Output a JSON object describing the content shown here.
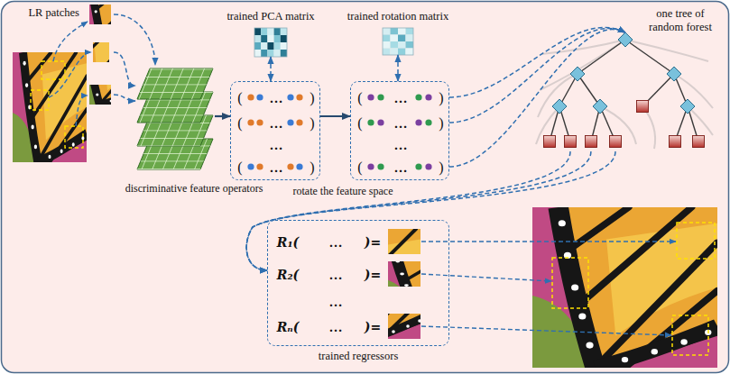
{
  "diagram": {
    "nodes": [
      {
        "text": [
          "LR patches"
        ]
      },
      {
        "text": [
          "discriminative feature operators"
        ]
      },
      {
        "text": [
          "trained PCA matrix"
        ]
      },
      {
        "text": [
          "(",
          "…",
          ")",
          "(",
          "…",
          ")",
          "…",
          "(",
          "…",
          ")"
        ]
      },
      {
        "text": [
          "trained rotation matrix"
        ]
      },
      {
        "text": [
          "(",
          "…",
          ")",
          "(",
          "…",
          ")",
          "…",
          "(",
          "…",
          ")"
        ]
      },
      {
        "text": [
          "one tree of random forest"
        ]
      },
      {
        "text": [
          "trained regressors",
          "R₁(",
          "…",
          ")=",
          "R₂(",
          "…",
          ")=",
          "…",
          "Rₙ(",
          "…",
          ")="
        ]
      }
    ],
    "edges": [
      {
        "from": 0,
        "to": 1,
        "arrow": "to"
      },
      {
        "from": 1,
        "to": 3,
        "arrow": "to"
      },
      {
        "from": 2,
        "to": 3,
        "arrow": "both"
      },
      {
        "from": 3,
        "to": 5,
        "arrow": "to"
      },
      {
        "from": 4,
        "to": 5,
        "arrow": "both"
      },
      {
        "from": 5,
        "to": 6,
        "arrow": "to"
      },
      {
        "from": 6,
        "to": 7,
        "arrow": "to"
      }
    ],
    "labels": [
      "rotate the feature space"
    ]
  }
}
